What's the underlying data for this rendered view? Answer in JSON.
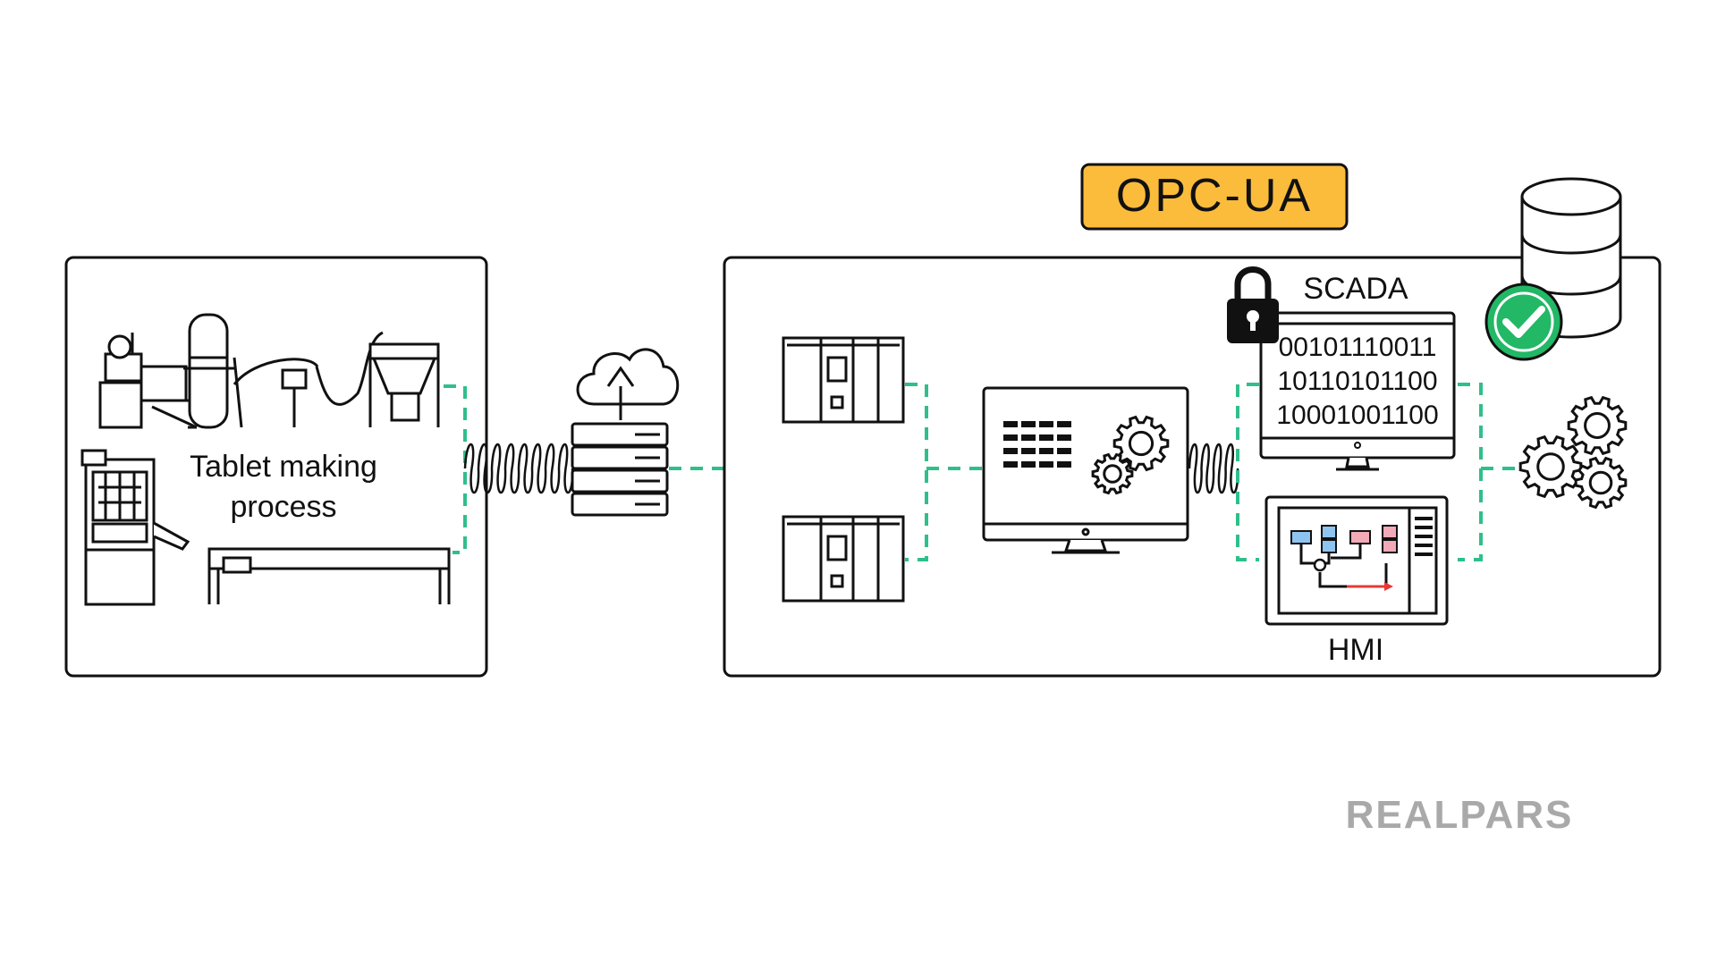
{
  "badge": {
    "label": "OPC-UA",
    "fill": "#FBBC3C"
  },
  "process": {
    "line1": "Tablet making",
    "line2": "process"
  },
  "scada": {
    "label": "SCADA",
    "binary": [
      "00101110011",
      "10110101100",
      "10001001100"
    ]
  },
  "hmi": {
    "label": "HMI"
  },
  "brand": {
    "logo_text": "REALPARS"
  },
  "colors": {
    "link": "#2FBF8A",
    "check": "#22B866",
    "hmi_blue": "#8EC5F0",
    "hmi_pink": "#F2A9B8",
    "hmi_arrow": "#E53935"
  },
  "icons": [
    "lock-icon",
    "database-icon",
    "check-icon",
    "cloud-upload-icon",
    "gear-icon"
  ]
}
